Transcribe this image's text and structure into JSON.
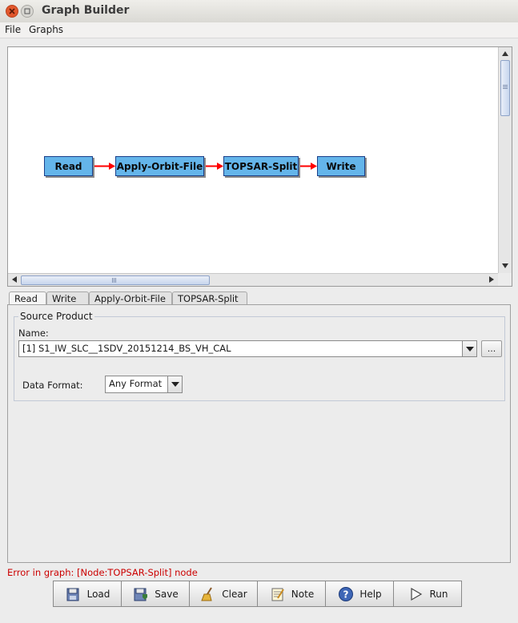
{
  "window": {
    "title": "Graph Builder"
  },
  "menu": {
    "file": "File",
    "graphs": "Graphs"
  },
  "graph": {
    "nodes": [
      {
        "label": "Read"
      },
      {
        "label": "Apply-Orbit-File"
      },
      {
        "label": "TOPSAR-Split"
      },
      {
        "label": "Write"
      }
    ]
  },
  "tabs": [
    {
      "label": "Read",
      "active": true
    },
    {
      "label": "Write"
    },
    {
      "label": "Apply-Orbit-File"
    },
    {
      "label": "TOPSAR-Split"
    }
  ],
  "source_product": {
    "group_title": "Source Product",
    "name_label": "Name:",
    "name_value": "[1] S1_IW_SLC__1SDV_20151214_BS_VH_CAL",
    "browse_label": "...",
    "format_label": "Data Format:",
    "format_value": "Any Format"
  },
  "status": {
    "error": "Error in graph: [Node:TOPSAR-Split] node"
  },
  "buttons": {
    "load": "Load",
    "save": "Save",
    "clear": "Clear",
    "note": "Note",
    "help": "Help",
    "run": "Run"
  },
  "colors": {
    "node_fill": "#64b5ea",
    "node_border": "#1a3f8a",
    "edge": "#ff0000",
    "error": "#cc0000"
  }
}
